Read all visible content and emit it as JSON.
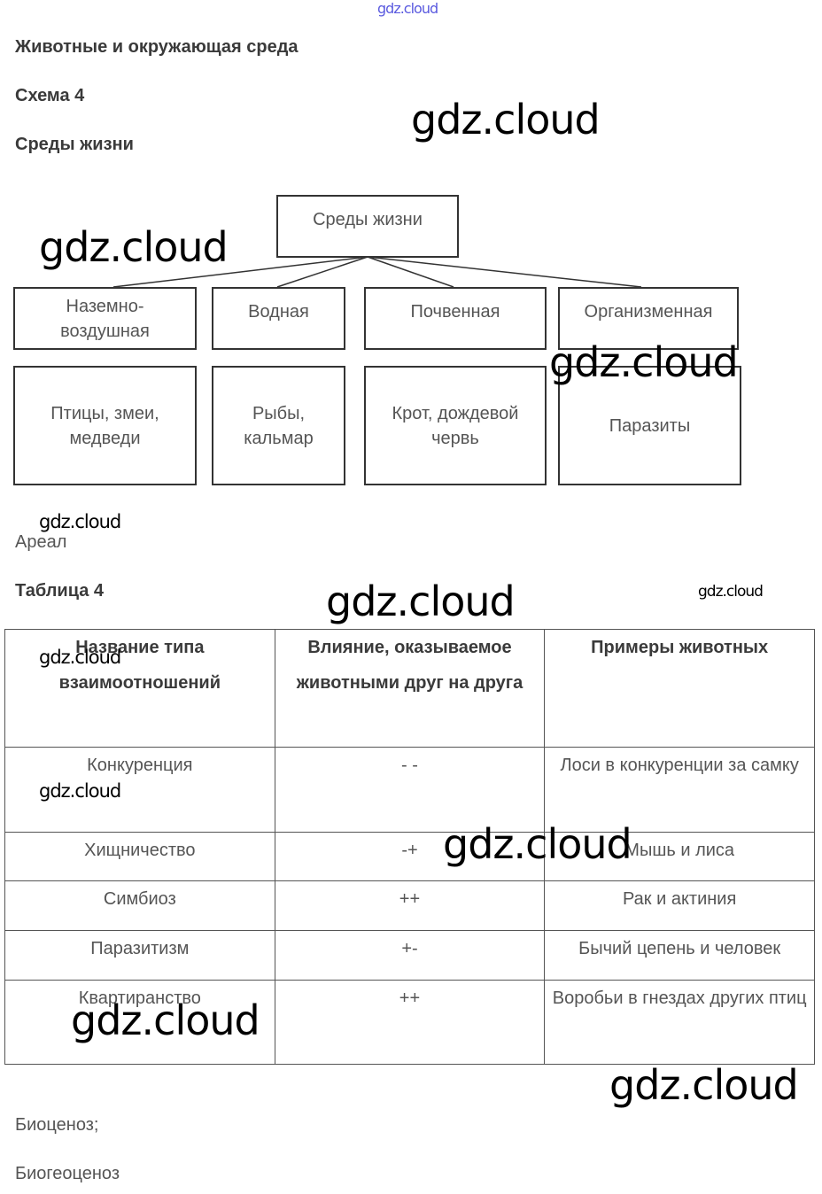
{
  "heading": "Животные и окружающая среда",
  "scheme_label": "Схема 4",
  "scheme_title": "Среды жизни",
  "diagram": {
    "root": "Среды жизни",
    "categories": [
      "Наземно-воздушная",
      "Водная",
      "Почвенная",
      "Организменная"
    ],
    "examples": [
      "Птицы, змеи, медведи",
      "Рыбы, кальмар",
      "Крот, дождевой червь",
      "Паразиты"
    ]
  },
  "areal": "Ареал",
  "table_label": "Таблица 4",
  "table": {
    "headers": [
      "Название типа взаимоотношений",
      "Влияние, оказываемое животными друг на друга",
      "Примеры животных"
    ],
    "rows": [
      [
        "Конкуренция",
        "- -",
        "Лоси в конкуренции за самку"
      ],
      [
        "Хищничество",
        "-+",
        "Мышь и лиса"
      ],
      [
        "Симбиоз",
        "++",
        "Рак и актиния"
      ],
      [
        "Паразитизм",
        "+-",
        "Бычий цепень и человек"
      ],
      [
        "Квартиранство",
        "++",
        "Воробьи в гнездах других птиц"
      ]
    ]
  },
  "biocenosis": "Биоценоз;",
  "biogeocenosis": "Биогеоценоз",
  "watermark": "gdz.cloud"
}
